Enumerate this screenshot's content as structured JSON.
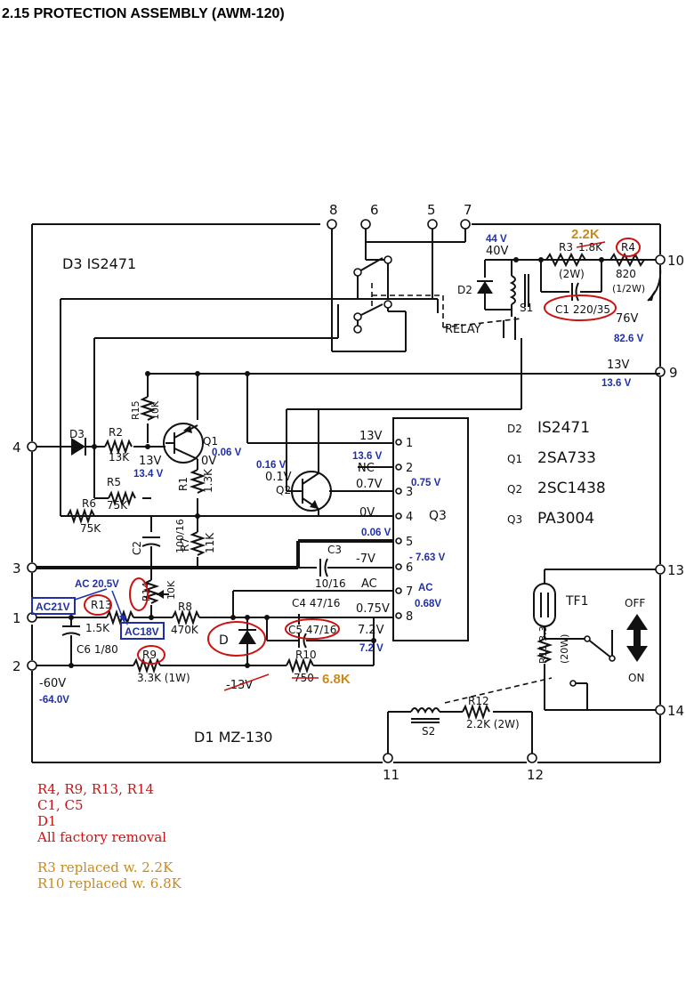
{
  "title": "2.15  PROTECTION ASSEMBLY (AWM-120)",
  "colors": {
    "ink": "#111111",
    "blue": "#1f2fa8",
    "red": "#cc1111",
    "orange": "#c88a1e"
  },
  "terminals": [
    "1",
    "2",
    "3",
    "4",
    "5",
    "6",
    "7",
    "8",
    "9",
    "10",
    "11",
    "12",
    "13",
    "14"
  ],
  "q3_pins": [
    "1",
    "2",
    "3",
    "4",
    "5",
    "6",
    "7",
    "8"
  ],
  "labels": {
    "d3_header": "D3 IS2471",
    "d1_footer": "D1 MZ-130",
    "relay": "RELAY",
    "s1": "S1",
    "q3": "Q3",
    "q1": "Q1",
    "q2": "Q2",
    "d2": "D2",
    "d3": "D3",
    "d": "D",
    "tf1": "TF1",
    "s2": "S2",
    "off": "OFF",
    "on": "ON"
  },
  "parts": {
    "r3": "R3",
    "r3_val_old": "1.8K",
    "r3_watt": "(2W)",
    "r4": "R4",
    "r4_val": "820",
    "r4_watt": "(1/2W)",
    "c1": "C1 220/35",
    "r15": "R15",
    "r15_val": "10K",
    "r2": "R2",
    "r2_val": "13K",
    "r1": "R1",
    "r1_val": "1.3K",
    "r5": "R5",
    "r5_val": "75K",
    "r6": "R6",
    "r6_val": "75K",
    "r7": "R7",
    "r7_val": "11K",
    "c2": "C2",
    "c2_val": "100/16",
    "c3": "C3",
    "c3_val": "10/16",
    "r14": "R14",
    "r14_val": "10K",
    "r13": "R13",
    "r13_val": "1.5K",
    "r8": "R8",
    "r8_val": "470K",
    "c4": "C4 47/16",
    "c5": "C5 47/16",
    "c6": "C6 1/80",
    "r9": "R9",
    "r9_val": "3.3K (1W)",
    "r10": "R10",
    "r10_val_old": "750",
    "r11": "R11 3.3",
    "r11_watt": "(20W)",
    "r12": "R12",
    "r12_val": "2.2K (2W)"
  },
  "voltages_printed": {
    "v40": "40V",
    "v76": "76V",
    "v13_r9": "13V",
    "v13_q1": "13V",
    "v0_q1": "0V",
    "v01": "0.1V",
    "pin1": "13V",
    "pin2": "NC",
    "pin3": "0.7V",
    "pin4": "0V",
    "pin6": "-7V",
    "pin7": "AC",
    "pin8": "0.75V",
    "pin8b": "7.2V",
    "neg60": "-60V",
    "neg13_old": "-13V"
  },
  "voltages_measured": {
    "v44": "44 V",
    "v826": "82.6 V",
    "v136_t9": "13.6 V",
    "v006_q1": "0.06 V",
    "v134": "13.4 V",
    "v016": "0.16 V",
    "p1": "13.6 V",
    "p3": "0.75 V",
    "p4": "0.06 V",
    "p6": "- 7.63 V",
    "p7": "AC",
    "p7b": "0.68V",
    "p8b": "7.2 V",
    "neg64": "-64.0V",
    "ac205": "AC 20.5V",
    "ac21": "AC21V",
    "ac18": "AC18V"
  },
  "replacements": {
    "r3_new": "2.2K",
    "r10_new": "6.8K"
  },
  "legend": {
    "semis": [
      {
        "ref": "D2",
        "part": "IS2471"
      },
      {
        "ref": "Q1",
        "part": "2SA733"
      },
      {
        "ref": "Q2",
        "part": "2SC1438"
      },
      {
        "ref": "Q3",
        "part": "PA3004"
      }
    ]
  },
  "notes": {
    "removal": [
      "R4, R9, R13, R14",
      "C1, C5",
      "D1",
      "All factory removal"
    ],
    "replaced": [
      "R3   replaced w. 2.2K",
      "R10 replaced w. 6.8K"
    ]
  }
}
